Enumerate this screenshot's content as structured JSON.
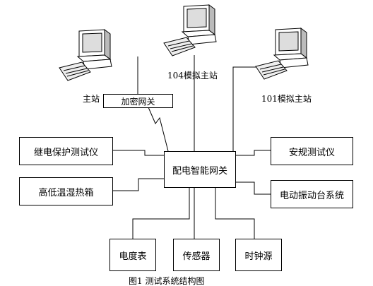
{
  "diagram": {
    "caption": "图1  测试系统结构图",
    "stations": {
      "main": "主站",
      "sim104": "104模拟主站",
      "sim101": "101模拟主站"
    },
    "encryption_gateway": "加密网关",
    "central_node": "配电智能网关",
    "left_devices": [
      "继电保护测试仪",
      "高低温湿热箱"
    ],
    "right_devices": [
      "安规测试仪",
      "电动振动台系统"
    ],
    "bottom_devices": [
      "电度表",
      "传感器",
      "时钟源"
    ],
    "icons": {
      "computer": "computer-icon",
      "wireless_link": "lightning-link-icon"
    }
  }
}
